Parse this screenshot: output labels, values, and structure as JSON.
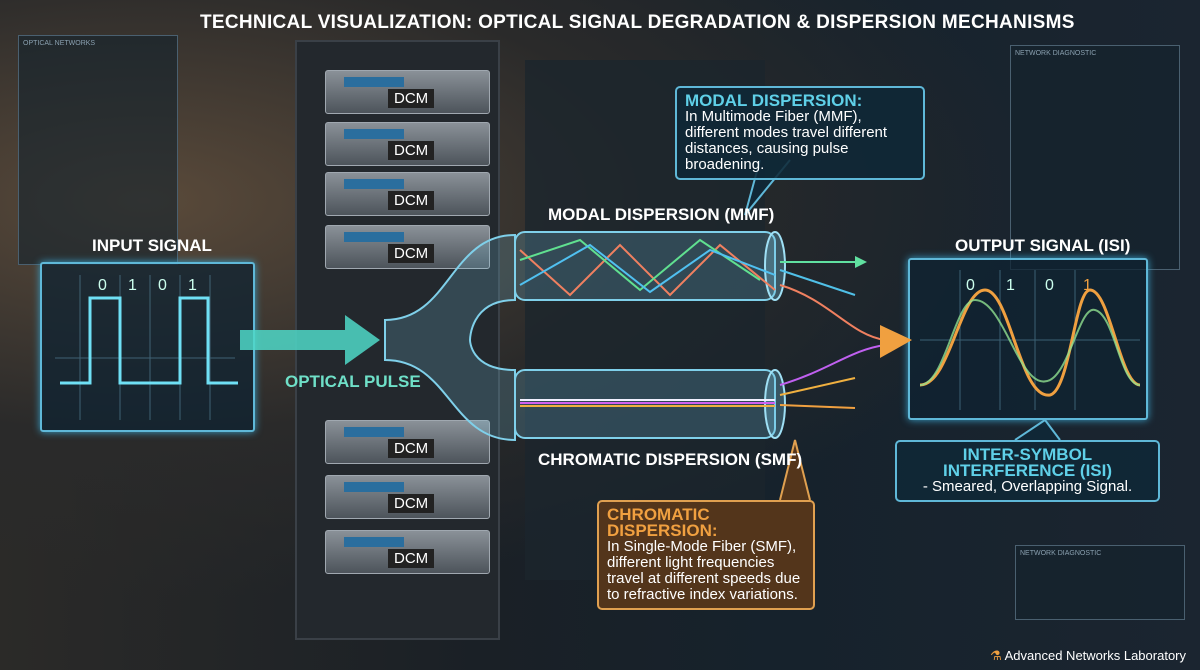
{
  "title": "TECHNICAL VISUALIZATION: OPTICAL SIGNAL DEGRADATION & DISPERSION MECHANISMS",
  "input": {
    "label": "INPUT SIGNAL",
    "bits": [
      "0",
      "1",
      "0",
      "1"
    ]
  },
  "pulse_label": "OPTICAL PULSE",
  "modal": {
    "label": "MODAL DISPERSION (MMF)",
    "callout_title": "MODAL DISPERSION:",
    "callout_text": "In Multimode Fiber (MMF), different modes travel different distances, causing pulse broadening."
  },
  "chromatic": {
    "label": "CHROMATIC DISPERSION (SMF)",
    "callout_title": "CHROMATIC DISPERSION:",
    "callout_text": "In Single-Mode Fiber (SMF), different light frequencies travel at different speeds due to refractive index variations."
  },
  "output": {
    "label": "OUTPUT SIGNAL (ISI)",
    "bits": [
      "0",
      "1",
      "0",
      "1"
    ]
  },
  "isi": {
    "title": "INTER-SYMBOL INTERFERENCE (ISI)",
    "text": "- Smeared, Overlapping Signal."
  },
  "rack_label": "DCM",
  "hud": {
    "top_right": "NETWORK DIAGNOSTIC",
    "bottom_right": "NETWORK DIAGNOSTIC",
    "top_left": "OPTICAL NETWORKS"
  },
  "footer": "Advanced Networks Laboratory",
  "colors": {
    "cyan": "#5fd0e8",
    "orange": "#f0a040",
    "accent_green": "#50e0b0"
  }
}
